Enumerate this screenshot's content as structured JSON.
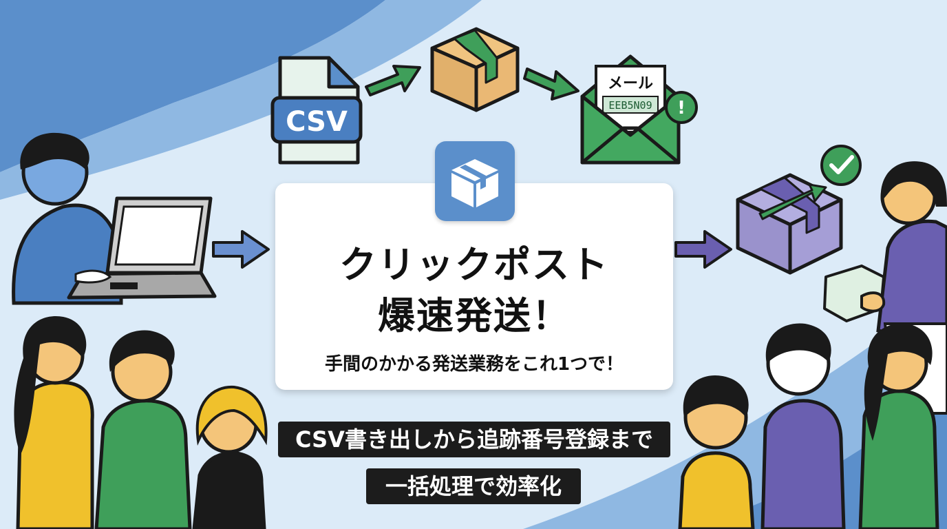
{
  "hero": {
    "title_line1": "クリックポスト",
    "title_line2": "爆速発送！",
    "subtitle": "手間のかかる発送業務をこれ1つで！"
  },
  "flow": {
    "csv_label": "CSV",
    "mail_label": "メール",
    "tracking_code": "EEB5N09",
    "alert_mark": "!"
  },
  "banners": {
    "line1": "CSV書き出しから追跡番号登録まで",
    "line2": "一括処理で効率化"
  },
  "icons": {
    "app": "package-icon",
    "csv": "csv-file-icon",
    "box": "cardboard-box-icon",
    "mail": "envelope-icon",
    "check": "check-icon"
  },
  "colors": {
    "background": "#dcebf8",
    "accent_blue": "#5b8fcb",
    "arrow_green": "#3f9f5a",
    "arrow_purple": "#6a5fb0",
    "banner": "#1c1c1c"
  }
}
